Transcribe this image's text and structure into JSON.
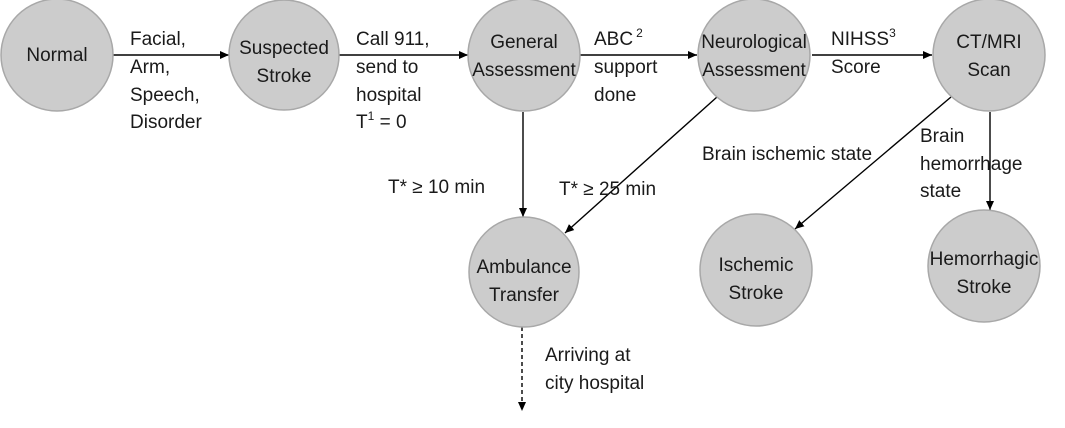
{
  "nodes": {
    "normal": {
      "lines": [
        "Normal"
      ]
    },
    "suspected": {
      "lines": [
        "Suspected",
        "Stroke"
      ]
    },
    "general": {
      "lines": [
        "General",
        "Assessment"
      ]
    },
    "neuro": {
      "lines": [
        "Neurological",
        "Assessment"
      ]
    },
    "ctmri": {
      "lines": [
        "CT/MRI",
        "Scan"
      ]
    },
    "ambulance": {
      "lines": [
        "Ambulance",
        "Transfer"
      ]
    },
    "ischemic": {
      "lines": [
        "Ischemic",
        "Stroke"
      ]
    },
    "hemorrhagic": {
      "lines": [
        "Hemorrhagic",
        "Stroke"
      ]
    }
  },
  "edges": {
    "normal_to_suspected": {
      "lines": [
        "Facial,",
        "Arm,",
        "Speech,",
        "Disorder"
      ]
    },
    "suspected_to_general": {
      "lines": [
        "Call 911,",
        "send to",
        "hospital"
      ],
      "t_prefix": "T",
      "t_sup": "1",
      "t_suffix": " = 0"
    },
    "general_to_neuro": {
      "abc": "ABC",
      "abc_sup": "2",
      "lines": [
        "support",
        "done"
      ]
    },
    "neuro_to_ctmri": {
      "nihss": "NIHSS",
      "nihss_sup": "3",
      "line2": "Score"
    },
    "general_to_ambulance": {
      "text": "T* ≥ 10 min"
    },
    "neuro_to_ambulance": {
      "text": "T* ≥ 25 min"
    },
    "ctmri_to_ischemic": {
      "text": "Brain ischemic state"
    },
    "ctmri_to_hemorrhagic": {
      "lines": [
        "Brain",
        "hemorrhage",
        "state"
      ]
    },
    "ambulance_out": {
      "lines": [
        "Arriving at",
        "city hospital"
      ]
    }
  }
}
